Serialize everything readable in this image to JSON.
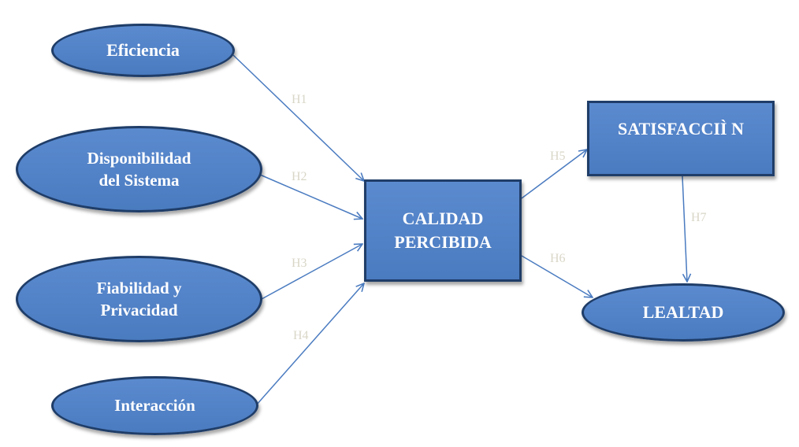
{
  "nodes": {
    "eficiencia": "Eficiencia",
    "disponibilidad_line1": "Disponibilidad",
    "disponibilidad_line2": "del Sistema",
    "fiabilidad_line1": "Fiabilidad y",
    "fiabilidad_line2": "Privacidad",
    "interaccion": "Interacción",
    "calidad_line1": "CALIDAD",
    "calidad_line2": "PERCIBIDA",
    "satisfaccion": "SATISFACCIÌ N",
    "lealtad": "LEALTAD"
  },
  "hypotheses": {
    "h1": "H1",
    "h2": "H2",
    "h3": "H3",
    "h4": "H4",
    "h5": "H5",
    "h6": "H6",
    "h7": "H7"
  },
  "colors": {
    "node_fill": "#4f7fc4",
    "node_border": "#1f3d68",
    "arrow": "#4a7bc0",
    "label": "#d9d6c7"
  }
}
